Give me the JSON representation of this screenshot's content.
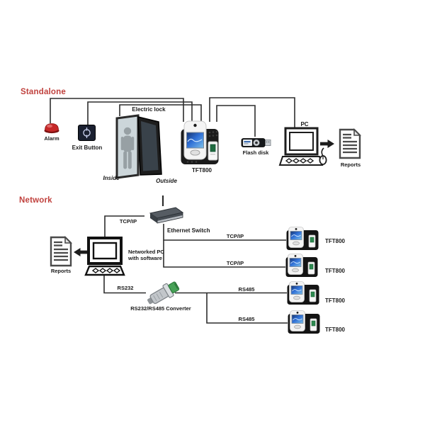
{
  "colors": {
    "accent_red": "#c0413d",
    "wire": "#2d2d2d",
    "screen_blue": "#2f6fd6",
    "alarm_red": "#c62828",
    "converter_green": "#47a257"
  },
  "standalone": {
    "title": "Standalone",
    "alarm": {
      "label": "Alarm"
    },
    "exit_button": {
      "label": "Exit Button"
    },
    "electric_lock": {
      "label": "Electric lock"
    },
    "door": {
      "inside": "Inside",
      "outside": "Outside"
    },
    "device": {
      "label": "TFT800"
    },
    "flash_disk": {
      "label": "Flash disk"
    },
    "pc": {
      "label": "PC"
    },
    "reports": {
      "label": "Reports"
    }
  },
  "network": {
    "title": "Network",
    "pc_to_switch": {
      "label": "TCP/IP"
    },
    "ethernet_switch": {
      "label": "Ethernet Switch"
    },
    "pc": {
      "line1": "Networked PC",
      "line2": "with software"
    },
    "reports": {
      "label": "Reports"
    },
    "rs232": {
      "label": "RS232"
    },
    "converter": {
      "label": "RS232/RS485 Converter"
    },
    "links": [
      {
        "label": "TCP/IP",
        "device": "TFT800"
      },
      {
        "label": "TCP/IP",
        "device": "TFT800"
      },
      {
        "label": "RS485",
        "device": "TFT800"
      },
      {
        "label": "RS485",
        "device": "TFT800"
      }
    ]
  },
  "icons": {
    "alarm": "alarm-dome-icon",
    "exit_button": "exit-button-icon",
    "door": "door-with-person-icon",
    "terminal": "tft800-terminal-icon",
    "flash": "usb-flash-drive-icon",
    "pc": "desktop-pc-icon",
    "report": "report-document-icon",
    "switch": "ethernet-switch-icon",
    "converter": "rs232-rs485-converter-icon",
    "arrow_right": "arrow-right-icon",
    "arrow_left": "arrow-left-icon"
  }
}
